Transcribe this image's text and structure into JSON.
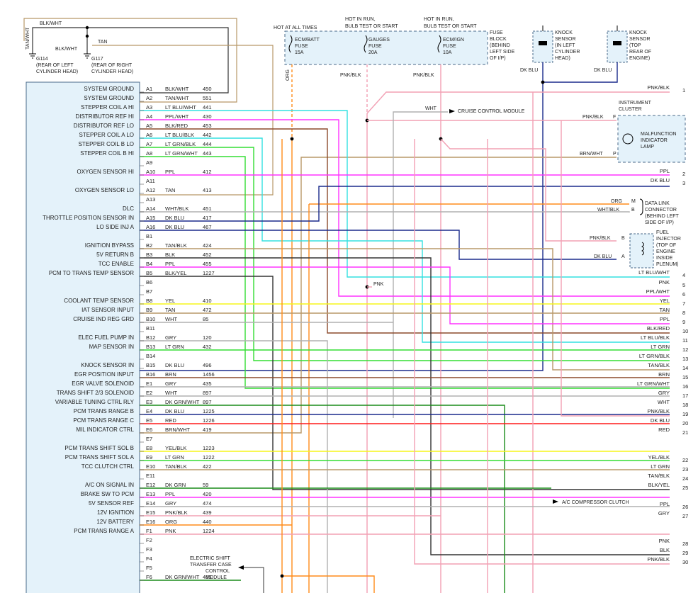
{
  "top": {
    "hot_all_times": "HOT AT ALL TIMES",
    "hot_run1_a": "HOT IN RUN,",
    "hot_run1_b": "BULB TEST OR START",
    "hot_run2_a": "HOT IN RUN,",
    "hot_run2_b": "BULB TEST OR START",
    "fuse1": [
      "ECM/BATT",
      "FUSE",
      "15A"
    ],
    "fuse2": [
      "GAUGES",
      "FUSE",
      "20A"
    ],
    "fuse3": [
      "ECM/IGN",
      "FUSE",
      "10A"
    ],
    "fuse_block": [
      "FUSE",
      "BLOCK",
      "(BEHIND",
      "LEFT SIDE",
      "OF I/P)"
    ],
    "knock1": [
      "KNOCK",
      "SENSOR",
      "(IN LEFT",
      "CYLINDER",
      "HEAD)"
    ],
    "knock2": [
      "KNOCK",
      "SENSOR",
      "(TOP",
      "REAR OF",
      "ENGINE)"
    ],
    "knock1_wire": "DK BLU",
    "knock2_wire": "DK BLU",
    "org_label": "ORG",
    "pnkblk1": "PNK/BLK",
    "pnkblk2": "PNK/BLK",
    "g114": [
      "G114",
      "(REAR OF LEFT",
      "CYLINDER HEAD)"
    ],
    "g117": [
      "G117",
      "(REAR OF RIGHT",
      "CYLINDER HEAD)"
    ],
    "blkwht1": "BLK/WHT",
    "blkwht2": "BLK/WHT",
    "tanwht": "TAN/WHT",
    "tan": "TAN"
  },
  "components": {
    "cruise": "CRUISE CONTROL MODULE",
    "cruise_wire": "WHT",
    "cluster": [
      "INSTRUMENT",
      "CLUSTER"
    ],
    "mil": [
      "MALFUNCTION",
      "INDICATOR",
      "LAMP"
    ],
    "cluster_pin_f": "PNK/BLK",
    "cluster_pin_p": "BRN/WHT",
    "dlc_lines": [
      "DATA LINK",
      "CONNECTOR",
      "(BEHIND LEFT",
      "SIDE OF I/P)"
    ],
    "dlc_m": "ORG",
    "dlc_b": "WHT/BLK",
    "injector": [
      "FUEL",
      "INJECTOR",
      "(TOP OF",
      "ENGINE",
      "INSIDE",
      "PLENUM)"
    ],
    "inj_b": "PNK/BLK",
    "inj_a": "DK BLU",
    "pnk_mid": "PNK",
    "ac_clutch": "A/C COMPRESSOR CLUTCH",
    "transfer": [
      "ELECTRIC SHIFT",
      "TRANSFER CASE",
      "CONTROL",
      "MODULE"
    ]
  },
  "pcm_pins": [
    {
      "func": "SYSTEM GROUND",
      "pin": "A1",
      "color": "BLK/WHT",
      "circuit": "450"
    },
    {
      "func": "SYSTEM GROUND",
      "pin": "A2",
      "color": "TAN/WHT",
      "circuit": "551"
    },
    {
      "func": "STEPPER COIL A HI",
      "pin": "A3",
      "color": "LT BLU/WHT",
      "circuit": "441"
    },
    {
      "func": "DISTRIBUTOR REF HI",
      "pin": "A4",
      "color": "PPL/WHT",
      "circuit": "430"
    },
    {
      "func": "DISTRIBUTOR REF LO",
      "pin": "A5",
      "color": "BLK/RED",
      "circuit": "453"
    },
    {
      "func": "STEPPER COIL A LO",
      "pin": "A6",
      "color": "LT BLU/BLK",
      "circuit": "442"
    },
    {
      "func": "STEPPER COIL B LO",
      "pin": "A7",
      "color": "LT GRN/BLK",
      "circuit": "444"
    },
    {
      "func": "STEPPER COIL B HI",
      "pin": "A8",
      "color": "LT GRN/WHT",
      "circuit": "443"
    },
    {
      "func": "",
      "pin": "A9",
      "color": "",
      "circuit": ""
    },
    {
      "func": "OXYGEN SENSOR HI",
      "pin": "A10",
      "color": "PPL",
      "circuit": "412"
    },
    {
      "func": "",
      "pin": "A11",
      "color": "",
      "circuit": ""
    },
    {
      "func": "OXYGEN SENSOR LO",
      "pin": "A12",
      "color": "TAN",
      "circuit": "413"
    },
    {
      "func": "",
      "pin": "A13",
      "color": "",
      "circuit": ""
    },
    {
      "func": "DLC",
      "pin": "A14",
      "color": "WHT/BLK",
      "circuit": "451"
    },
    {
      "func": "THROTTLE POSITION SENSOR IN",
      "pin": "A15",
      "color": "DK BLU",
      "circuit": "417"
    },
    {
      "func": "LO SIDE INJ A",
      "pin": "A16",
      "color": "DK BLU",
      "circuit": "467"
    },
    {
      "func": "",
      "pin": "B1",
      "color": "",
      "circuit": ""
    },
    {
      "func": "IGNITION BYPASS",
      "pin": "B2",
      "color": "TAN/BLK",
      "circuit": "424"
    },
    {
      "func": "5V RETURN B",
      "pin": "B3",
      "color": "BLK",
      "circuit": "452"
    },
    {
      "func": "TCC ENABLE",
      "pin": "B4",
      "color": "PPL",
      "circuit": "455"
    },
    {
      "func": "PCM TO TRANS TEMP SENSOR",
      "pin": "B5",
      "color": "BLK/YEL",
      "circuit": "1227"
    },
    {
      "func": "",
      "pin": "B6",
      "color": "",
      "circuit": ""
    },
    {
      "func": "",
      "pin": "B7",
      "color": "",
      "circuit": ""
    },
    {
      "func": "COOLANT TEMP SENSOR",
      "pin": "B8",
      "color": "YEL",
      "circuit": "410"
    },
    {
      "func": "IAT SENSOR INPUT",
      "pin": "B9",
      "color": "TAN",
      "circuit": "472"
    },
    {
      "func": "CRUISE IND REG GRD",
      "pin": "B10",
      "color": "WHT",
      "circuit": "85"
    },
    {
      "func": "",
      "pin": "B11",
      "color": "",
      "circuit": ""
    },
    {
      "func": "ELEC FUEL PUMP IN",
      "pin": "B12",
      "color": "GRY",
      "circuit": "120"
    },
    {
      "func": "MAP SENSOR IN",
      "pin": "B13",
      "color": "LT GRN",
      "circuit": "432"
    },
    {
      "func": "",
      "pin": "B14",
      "color": "",
      "circuit": ""
    },
    {
      "func": "KNOCK SENSOR IN",
      "pin": "B15",
      "color": "DK BLU",
      "circuit": "496"
    },
    {
      "func": "EGR POSITION INPUT",
      "pin": "B16",
      "color": "BRN",
      "circuit": "1456"
    },
    {
      "func": "EGR VALVE SOLENOID",
      "pin": "E1",
      "color": "GRY",
      "circuit": "435"
    },
    {
      "func": "TRANS SHIFT 2/3 SOLENOID",
      "pin": "E2",
      "color": "WHT",
      "circuit": "897"
    },
    {
      "func": "VARIABLE TUNING CTRL RLY",
      "pin": "E3",
      "color": "DK GRN/WHT",
      "circuit": "897"
    },
    {
      "func": "PCM TRANS RANGE B",
      "pin": "E4",
      "color": "DK BLU",
      "circuit": "1225"
    },
    {
      "func": "PCM TRANS RANGE C",
      "pin": "E5",
      "color": "RED",
      "circuit": "1226"
    },
    {
      "func": "MIL INDICATOR CTRL",
      "pin": "E6",
      "color": "BRN/WHT",
      "circuit": "419"
    },
    {
      "func": "",
      "pin": "E7",
      "color": "",
      "circuit": ""
    },
    {
      "func": "PCM TRANS SHIFT SOL B",
      "pin": "E8",
      "color": "YEL/BLK",
      "circuit": "1223"
    },
    {
      "func": "PCM TRANS SHIFT SOL A",
      "pin": "E9",
      "color": "LT GRN",
      "circuit": "1222"
    },
    {
      "func": "TCC CLUTCH CTRL",
      "pin": "E10",
      "color": "TAN/BLK",
      "circuit": "422"
    },
    {
      "func": "",
      "pin": "E11",
      "color": "",
      "circuit": ""
    },
    {
      "func": "A/C ON SIGNAL IN",
      "pin": "E12",
      "color": "DK GRN",
      "circuit": "59"
    },
    {
      "func": "BRAKE SW TO PCM",
      "pin": "E13",
      "color": "PPL",
      "circuit": "420"
    },
    {
      "func": "5V SENSOR REF",
      "pin": "E14",
      "color": "GRY",
      "circuit": "474"
    },
    {
      "func": "12V IGNITION",
      "pin": "E15",
      "color": "PNK/BLK",
      "circuit": "439"
    },
    {
      "func": "12V BATTERY",
      "pin": "E16",
      "color": "ORG",
      "circuit": "440"
    },
    {
      "func": "PCM TRANS RANGE A",
      "pin": "F1",
      "color": "PNK",
      "circuit": "1224"
    },
    {
      "func": "",
      "pin": "F2",
      "color": "",
      "circuit": ""
    },
    {
      "func": "",
      "pin": "F3",
      "color": "",
      "circuit": ""
    },
    {
      "func": "",
      "pin": "F4",
      "color": "",
      "circuit": ""
    },
    {
      "func": "",
      "pin": "F5",
      "color": "",
      "circuit": ""
    },
    {
      "func": "",
      "pin": "F6",
      "color": "DK GRN/WHT",
      "circuit": "465"
    }
  ],
  "right_wires": [
    {
      "label": "PNK/BLK",
      "num": "1"
    },
    {
      "label": "PPL",
      "num": "2"
    },
    {
      "label": "DK BLU",
      "num": "3"
    },
    {
      "label": "LT BLU/WHT",
      "num": "4"
    },
    {
      "label": "PNK",
      "num": "5"
    },
    {
      "label": "PPL/WHT",
      "num": "6"
    },
    {
      "label": "YEL",
      "num": "7"
    },
    {
      "label": "TAN",
      "num": "8"
    },
    {
      "label": "PPL",
      "num": "9"
    },
    {
      "label": "BLK/RED",
      "num": "10"
    },
    {
      "label": "LT BLU/BLK",
      "num": "11"
    },
    {
      "label": "LT GRN",
      "num": "12"
    },
    {
      "label": "LT GRN/BLK",
      "num": "13"
    },
    {
      "label": "TAN/BLK",
      "num": "14"
    },
    {
      "label": "BRN",
      "num": "15"
    },
    {
      "label": "LT GRN/WHT",
      "num": "16"
    },
    {
      "label": "GRY",
      "num": "17"
    },
    {
      "label": "WHT",
      "num": "18"
    },
    {
      "label": "PNK/BLK",
      "num": "19"
    },
    {
      "label": "DK BLU",
      "num": "20"
    },
    {
      "label": "RED",
      "num": "21"
    },
    {
      "label": "YEL/BLK",
      "num": "22"
    },
    {
      "label": "LT GRN",
      "num": "23"
    },
    {
      "label": "TAN/BLK",
      "num": "24"
    },
    {
      "label": "BLK/YEL",
      "num": "25"
    },
    {
      "label": "PPL",
      "num": "26"
    },
    {
      "label": "GRY",
      "num": "27"
    },
    {
      "label": "PNK",
      "num": "28"
    },
    {
      "label": "BLK",
      "num": "29"
    },
    {
      "label": "PNK/BLK",
      "num": "30"
    }
  ],
  "wire_colors": {
    "pink": "#f2a0b4",
    "magenta": "#ff33ff",
    "cyan": "#33e0e0",
    "darkblue": "#1a2a8c",
    "orange": "#ff8c1a",
    "green": "#33dd33",
    "yellow": "#f5f51a",
    "tan": "#b89868",
    "brown": "#8b4a2b",
    "gray": "#b0b0b0",
    "red": "#ff1a1a",
    "darkgreen": "#1a8c1a",
    "black": "#333333",
    "pcm_box": "#e4f2fa"
  }
}
